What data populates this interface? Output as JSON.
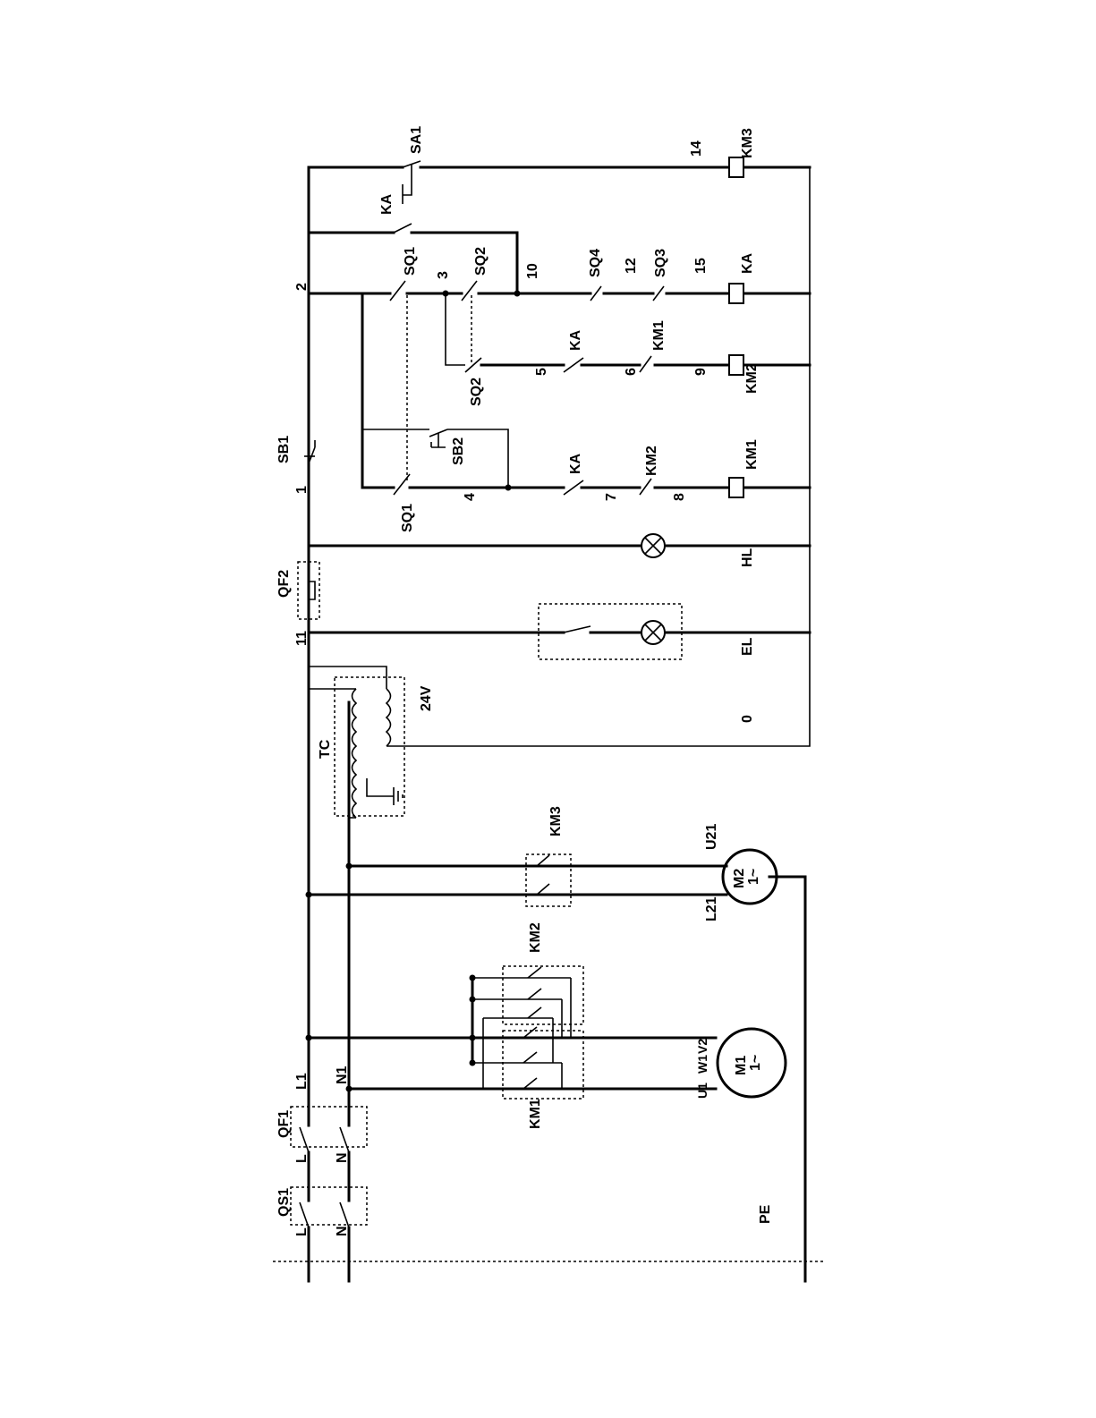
{
  "labels": {
    "L_in": "L",
    "N_in": "N",
    "QS1": "QS1",
    "L_mid": "L",
    "N_mid": "N",
    "QF1": "QF1",
    "L1": "L1",
    "N1": "N1",
    "PE": "PE",
    "KM1_main": "KM1",
    "KM2_main": "KM2",
    "KM3_main": "KM3",
    "U1": "U1",
    "W1": "W1",
    "V2": "V2",
    "M1a": "M1",
    "M1b": "1~",
    "L21": "L21",
    "U21": "U21",
    "M2a": "M2",
    "M2b": "1~",
    "TC": "TC",
    "V24": "24V",
    "n11": "11",
    "QF2": "QF2",
    "EL": "EL",
    "HL": "HL",
    "n0": "0",
    "n1": "1",
    "SB1": "SB1",
    "n2": "2",
    "SA1": "SA1",
    "KA_sa": "KA",
    "n14": "14",
    "KM3_coil": "KM3",
    "SQ1_a": "SQ1",
    "n3": "3",
    "SQ2_a": "SQ2",
    "n10": "10",
    "SQ4": "SQ4",
    "n12": "12",
    "SQ3": "SQ3",
    "n15": "15",
    "KA_coil": "KA",
    "SQ2_b": "SQ2",
    "n5": "5",
    "KA_2": "KA",
    "n6": "6",
    "KM1_nc": "KM1",
    "n9": "9",
    "KM2_coil": "KM2",
    "SB2": "SB2",
    "SQ1_b": "SQ1",
    "n4": "4",
    "KA_3": "KA",
    "n7": "7",
    "KM2_nc": "KM2",
    "n8": "8",
    "KM1_coil": "KM1"
  },
  "colors": {
    "ink": "#000000",
    "paper": "#ffffff"
  }
}
